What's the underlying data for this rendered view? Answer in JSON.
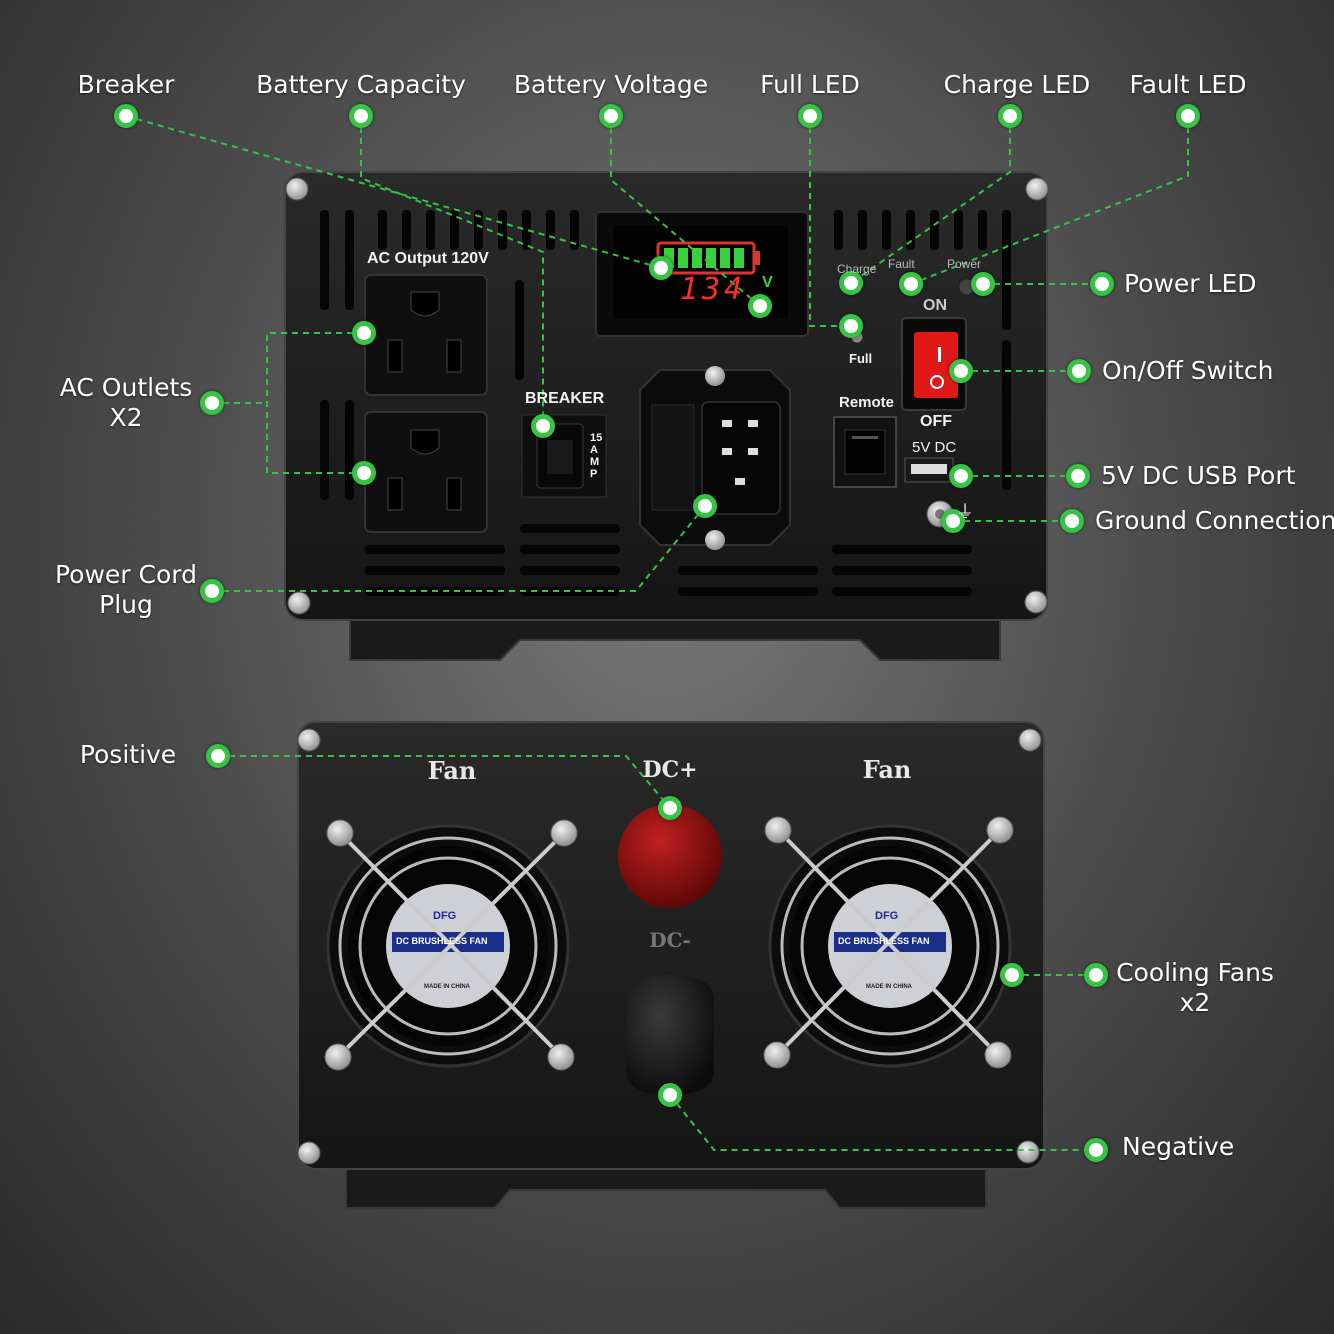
{
  "colors": {
    "callout_line": "#35c443",
    "dot_ring": "#35c443",
    "housing": "#1e1e1e",
    "panel": "#141414",
    "switch": "#e01818",
    "lcd_bar": "#3bd13b",
    "lcd_digits": "#ff2a2a",
    "dc_positive": "#8a1010"
  },
  "callouts": {
    "breaker": "Breaker",
    "battery_capacity": "Battery Capacity",
    "battery_voltage": "Battery Voltage",
    "full_led": "Full LED",
    "charge_led": "Charge LED",
    "fault_led": "Fault LED",
    "power_led": "Power LED",
    "onoff_switch": "On/Off Switch",
    "usb_port": "5V DC USB Port",
    "ground": "Ground Connection",
    "ac_outlets_l1": "AC Outlets",
    "ac_outlets_l2": "X2",
    "power_cord_l1": "Power Cord",
    "power_cord_l2": "Plug",
    "positive": "Positive",
    "cooling_fans_l1": "Cooling Fans",
    "cooling_fans_l2": "x2",
    "negative": "Negative"
  },
  "front_panel": {
    "ac_output": "AC Output 120V",
    "breaker": "BREAKER",
    "breaker_rating": [
      "15",
      "A",
      "M",
      "P"
    ],
    "lcd_reading": "134",
    "lcd_unit": "V",
    "led_charge": "Charge",
    "led_fault": "Fault",
    "led_power": "Power",
    "led_full": "Full",
    "switch_on": "ON",
    "switch_off": "OFF",
    "remote": "Remote",
    "usb": "5V DC",
    "ground_symbol": "⏚"
  },
  "rear_panel": {
    "fan_left": "Fan",
    "fan_right": "Fan",
    "dc_plus": "DC+",
    "dc_minus": "DC-",
    "fan_brand": "DFG",
    "fan_text": "DC BRUSHLESS FAN",
    "fan_made": "MADE IN CHINA"
  }
}
